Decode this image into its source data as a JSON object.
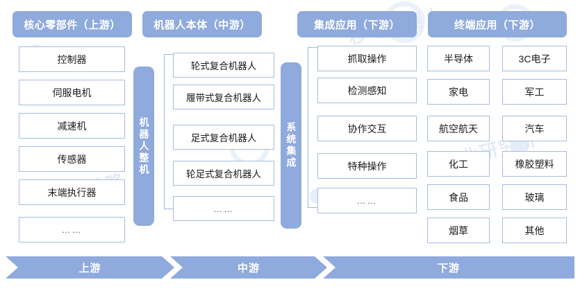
{
  "columns": [
    {
      "id": "upstream-core-parts",
      "header": "核心零部件（上游）",
      "items": [
        "控制器",
        "伺服电机",
        "减速机",
        "传感器",
        "末端执行器",
        "……"
      ]
    },
    {
      "id": "midstream-robot-body",
      "header": "机器人本体（中游）",
      "vertical_label": "机器人整机",
      "items": [
        "轮式复合机器人",
        "履带式复合机器人",
        "足式复合机器人",
        "轮足式复合机器人",
        "……"
      ]
    },
    {
      "id": "downstream-integrated-application",
      "header": "集成应用（下游）",
      "vertical_label": "系统集成",
      "items": [
        "抓取操作",
        "检测感知",
        "协作交互",
        "特种操作",
        "……"
      ]
    },
    {
      "id": "downstream-terminal-application",
      "header": "终端应用（下游）",
      "items_left": [
        "半导体",
        "家电",
        "航空航天",
        "化工",
        "食品",
        "烟草"
      ],
      "items_right": [
        "3C电子",
        "军工",
        "汽车",
        "橡胶塑料",
        "玻璃",
        "其他"
      ]
    }
  ],
  "flow_bar": [
    {
      "id": "flow-upstream",
      "label": "上游"
    },
    {
      "id": "flow-midstream",
      "label": "中游"
    },
    {
      "id": "flow-downstream",
      "label": "下游"
    }
  ],
  "colors": {
    "accent": "#8FAADC",
    "box_border": "#A7BCDD",
    "text": "#1b1b1b",
    "background": "#FFFFFF"
  },
  "watermark": {
    "text_1": "新战略",
    "text_2": "移动机器人",
    "text_3": "产业研究所"
  }
}
